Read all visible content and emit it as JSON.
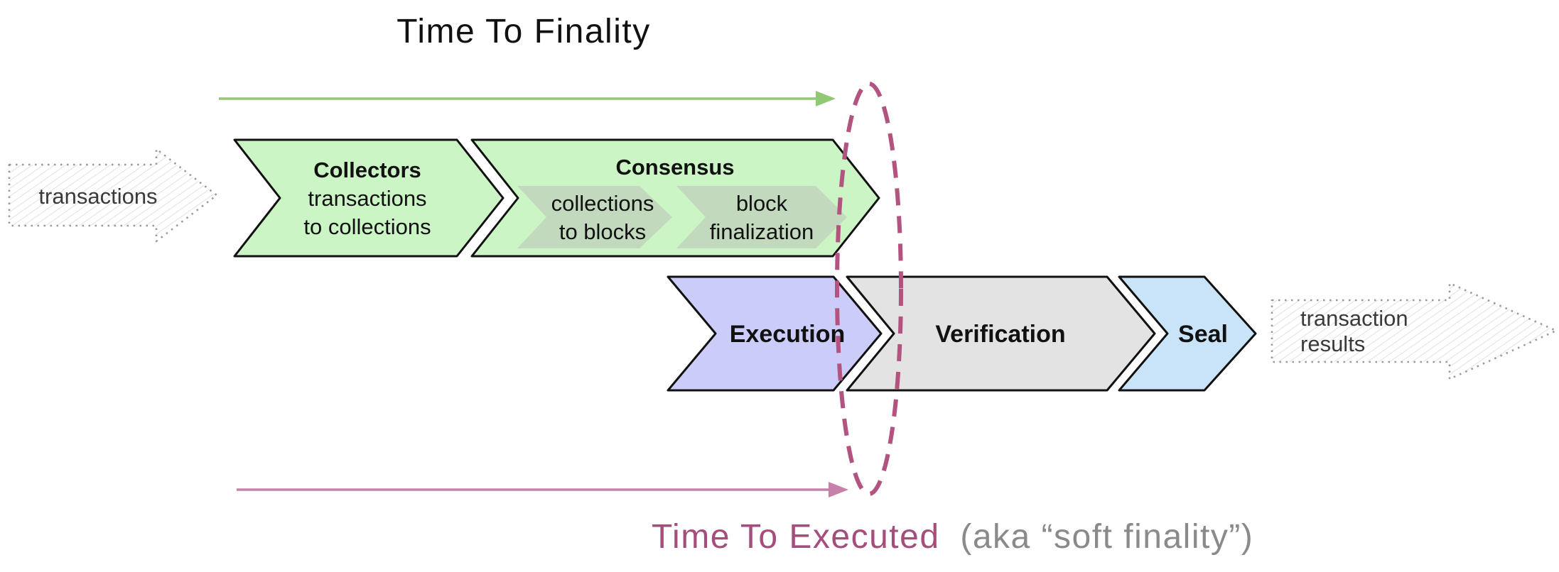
{
  "headings": {
    "time_to_finality": "Time To Finality",
    "time_to_executed": "Time To Executed",
    "soft_finality_note": "(aka “soft finality”)"
  },
  "io": {
    "input_label": "transactions",
    "output_label_line1": "transaction",
    "output_label_line2": "results"
  },
  "stages": {
    "collectors": {
      "title": "Collectors",
      "subtitle_line1": "transactions",
      "subtitle_line2": "to collections"
    },
    "consensus": {
      "title": "Consensus",
      "steps": [
        {
          "line1": "collections",
          "line2": "to blocks"
        },
        {
          "line1": "block",
          "line2": "finalization"
        }
      ]
    },
    "execution": {
      "title": "Execution"
    },
    "verification": {
      "title": "Verification"
    },
    "seal": {
      "title": "Seal"
    }
  },
  "colors": {
    "green_heading": "#6faa54",
    "green_arrow": "#90c873",
    "stage_green": "#ccf5c5",
    "stage_subgreen": "#c2d9bd",
    "stage_lavender": "#cbccf8",
    "stage_gray": "#e3e3e3",
    "stage_blue": "#c9e4f9",
    "magenta_heading": "#a54e7c",
    "pink_arrow": "#c780aa",
    "ellipse_dash": "#b3537f"
  }
}
